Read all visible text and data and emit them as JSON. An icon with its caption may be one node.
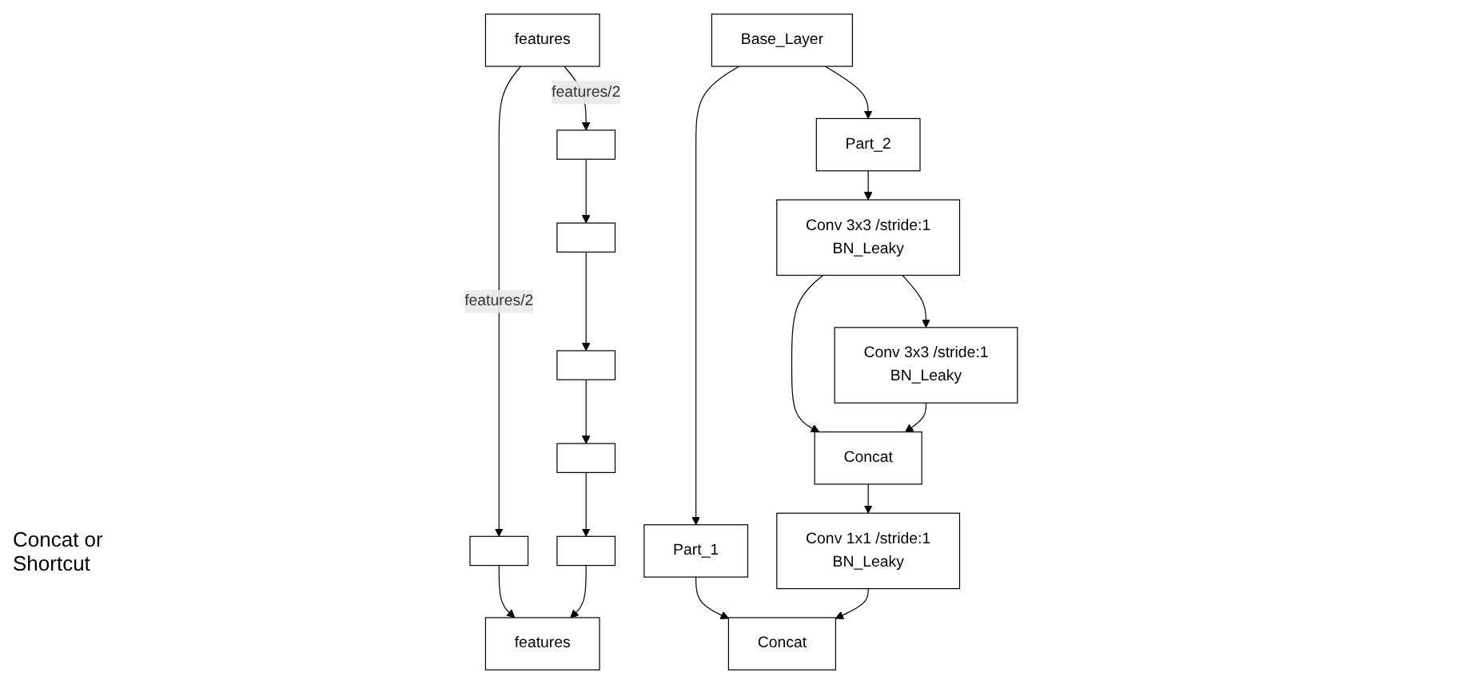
{
  "diagram": {
    "nodes": [
      {
        "text": [
          "features"
        ]
      },
      {
        "text": [],
        "shape": "box"
      },
      {
        "text": [],
        "shape": "box"
      },
      {
        "text": [],
        "shape": "box"
      },
      {
        "text": [],
        "shape": "box"
      },
      {
        "text": [],
        "shape": "box"
      },
      {
        "text": [],
        "shape": "box"
      },
      {
        "text": [
          "features"
        ]
      },
      {
        "text": [
          "Base_Layer"
        ]
      },
      {
        "text": [
          "Part_1"
        ]
      },
      {
        "text": [
          "Part_2"
        ]
      },
      {
        "text": [
          "Conv 3x3 /stride:1",
          "BN_Leaky"
        ]
      },
      {
        "text": [
          "Conv 3x3 /stride:1",
          "BN_Leaky"
        ]
      },
      {
        "text": [
          "Concat"
        ]
      },
      {
        "text": [
          "Conv 1x1 /stride:1",
          "BN_Leaky"
        ]
      },
      {
        "text": [
          "Concat"
        ]
      }
    ],
    "edges": [
      {
        "from": 0,
        "to": 1,
        "arrow": "to",
        "label": "features/2"
      },
      {
        "from": 0,
        "to": 2,
        "arrow": "to",
        "label": "features/2"
      },
      {
        "from": 2,
        "to": 3,
        "arrow": "to"
      },
      {
        "from": 3,
        "to": 4,
        "arrow": "to"
      },
      {
        "from": 4,
        "to": 5,
        "arrow": "to"
      },
      {
        "from": 5,
        "to": 6,
        "arrow": "to"
      },
      {
        "from": 1,
        "to": 7,
        "arrow": "to"
      },
      {
        "from": 6,
        "to": 7,
        "arrow": "to"
      },
      {
        "from": 8,
        "to": 9,
        "arrow": "to"
      },
      {
        "from": 8,
        "to": 10,
        "arrow": "to"
      },
      {
        "from": 10,
        "to": 11,
        "arrow": "to"
      },
      {
        "from": 11,
        "to": 12,
        "arrow": "to"
      },
      {
        "from": 11,
        "to": 13,
        "arrow": "to"
      },
      {
        "from": 12,
        "to": 13,
        "arrow": "to"
      },
      {
        "from": 13,
        "to": 14,
        "arrow": "to"
      },
      {
        "from": 9,
        "to": 15,
        "arrow": "to"
      },
      {
        "from": 14,
        "to": 15,
        "arrow": "to"
      }
    ],
    "labels": [
      "Concat or Shortcut"
    ]
  }
}
